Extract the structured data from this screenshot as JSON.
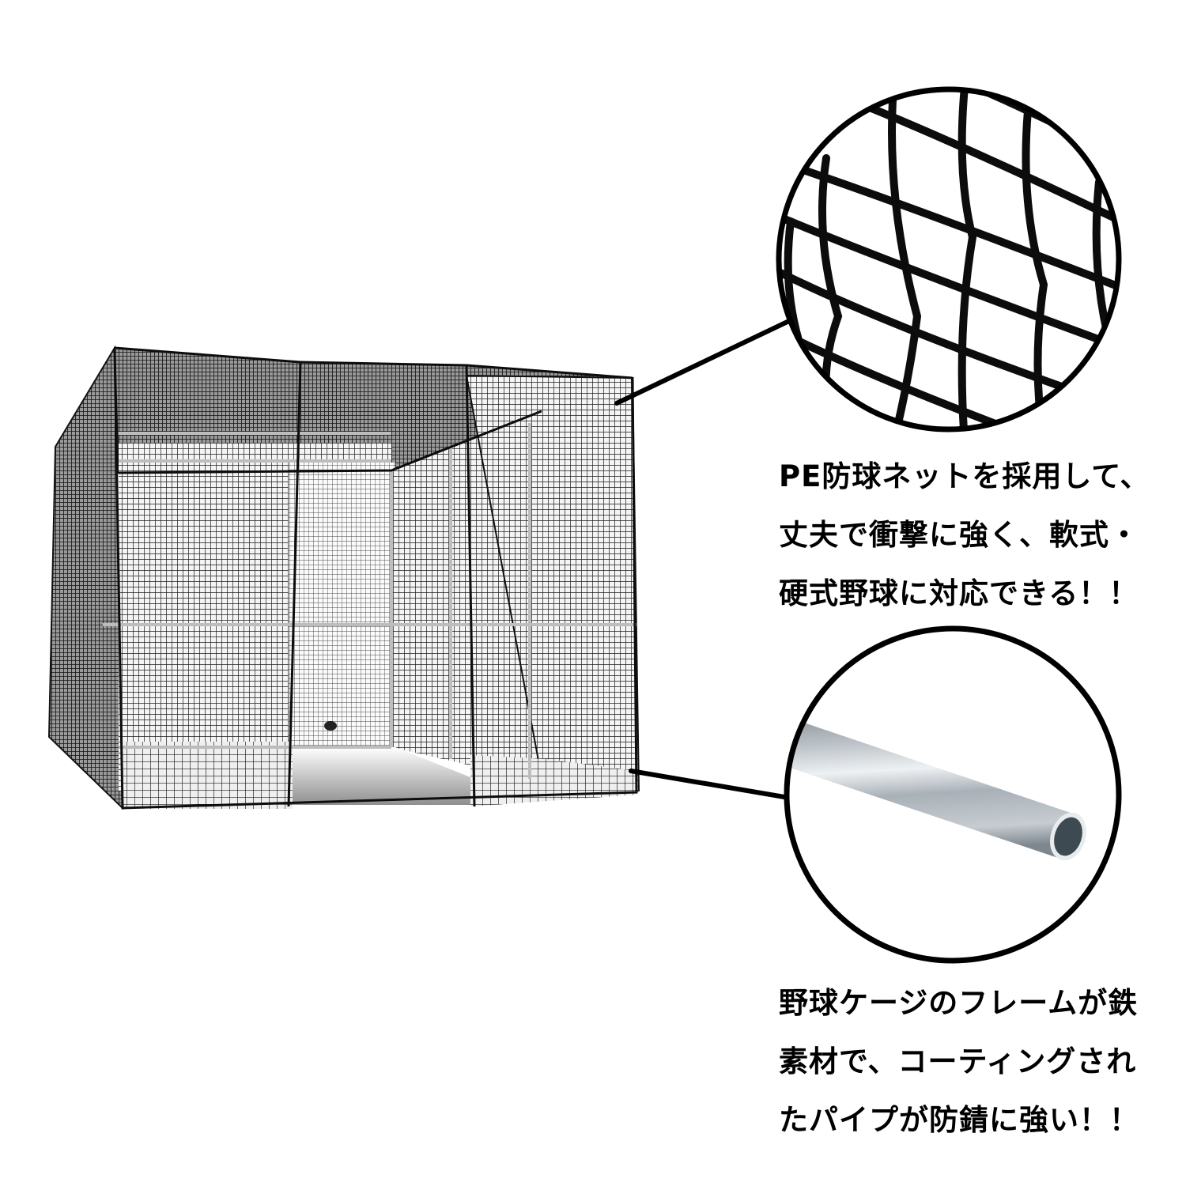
{
  "product": {
    "subject": "baseball batting cage",
    "illustration": "cage-net-photo"
  },
  "callouts": [
    {
      "id": "net",
      "detail_image": "pe-net-closeup",
      "lines": [
        "PE防球ネットを採用して、",
        "丈夫で衝撃に強く、軟式・",
        "硬式野球に対応できる！！"
      ]
    },
    {
      "id": "pipe",
      "detail_image": "steel-pipe-closeup",
      "lines": [
        "野球ケージのフレームが鉄",
        "素材で、コーティングされ",
        "たパイプが防錆に強い！！"
      ]
    }
  ],
  "colors": {
    "background": "#ffffff",
    "ink": "#000000",
    "net": "#111111",
    "pipe_light": "#c9ced3",
    "pipe_dark": "#7d868e"
  }
}
